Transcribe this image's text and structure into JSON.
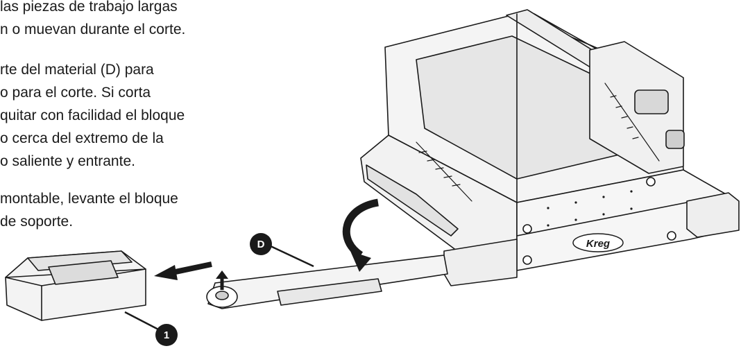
{
  "instructions": {
    "para1": [
      "las piezas de trabajo largas",
      "n o muevan durante el corte."
    ],
    "para2": [
      "rte del material (D) para",
      "o para el corte. Si corta",
      "quitar con facilidad el bloque",
      "o cerca del extremo de la",
      "o saliente y entrante."
    ],
    "para3": [
      "montable, levante el bloque",
      "de soporte."
    ]
  },
  "figure": {
    "callout_d": "D",
    "callout_1": "1",
    "brand_logo": "Kreg"
  }
}
